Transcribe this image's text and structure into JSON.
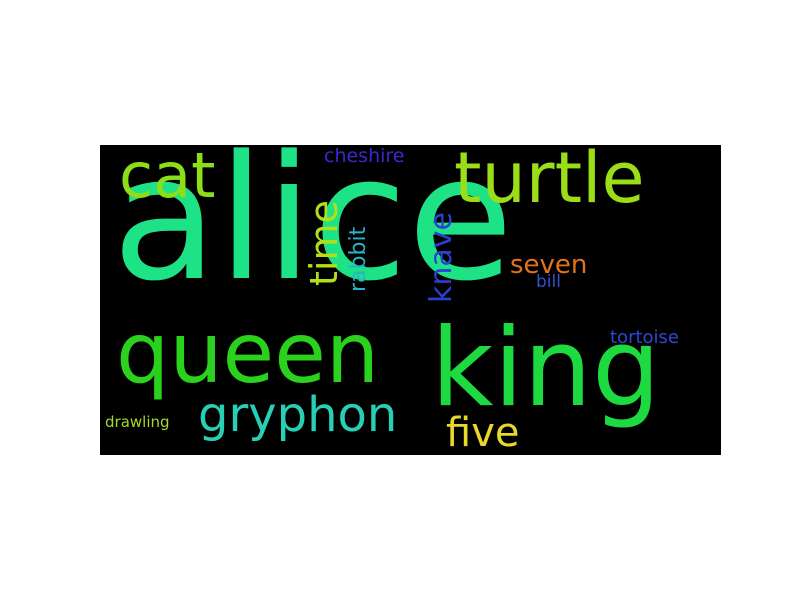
{
  "words": [
    {
      "text": "alice",
      "color": "#1ee386",
      "orientation": "horizontal"
    },
    {
      "text": "queen",
      "color": "#2ad11d",
      "orientation": "horizontal"
    },
    {
      "text": "king",
      "color": "#1cda40",
      "orientation": "horizontal"
    },
    {
      "text": "turtle",
      "color": "#9bde18",
      "orientation": "horizontal"
    },
    {
      "text": "cat",
      "color": "#8bde18",
      "orientation": "horizontal"
    },
    {
      "text": "gryphon",
      "color": "#27cfb5",
      "orientation": "horizontal"
    },
    {
      "text": "time",
      "color": "#b2df1a",
      "orientation": "vertical"
    },
    {
      "text": "five",
      "color": "#e8d82a",
      "orientation": "horizontal"
    },
    {
      "text": "knave",
      "color": "#2a3fd3",
      "orientation": "vertical"
    },
    {
      "text": "rabbit",
      "color": "#26b4c8",
      "orientation": "vertical"
    },
    {
      "text": "seven",
      "color": "#e0741a",
      "orientation": "horizontal"
    },
    {
      "text": "cheshire",
      "color": "#3a28d0",
      "orientation": "horizontal"
    },
    {
      "text": "bill",
      "color": "#3150d4",
      "orientation": "horizontal"
    },
    {
      "text": "tortoise",
      "color": "#2d46d8",
      "orientation": "horizontal"
    },
    {
      "text": "drawling",
      "color": "#a4d82a",
      "orientation": "horizontal"
    }
  ]
}
